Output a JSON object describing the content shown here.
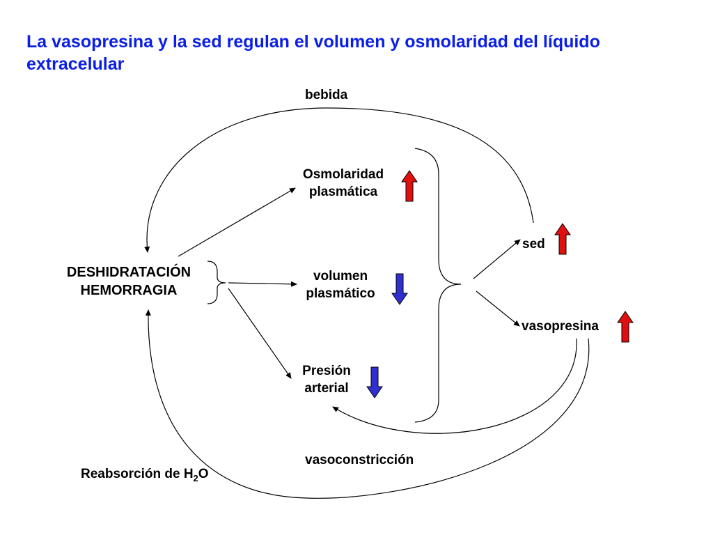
{
  "title": "La vasopresina y la sed regulan el volumen y osmolaridad del líquido extracelular",
  "colors": {
    "title": "#0a1ee6",
    "increase": "#e01010",
    "decrease": "#3030d0"
  },
  "nodes": {
    "cause": {
      "line1": "DESHIDRATACIÓN",
      "line2": "HEMORRAGIA"
    },
    "osmolarity": {
      "line1": "Osmolaridad",
      "line2": "plasmática",
      "direction": "up"
    },
    "volume": {
      "line1": "volumen",
      "line2": "plasmático",
      "direction": "down"
    },
    "pressure": {
      "line1": "Presión",
      "line2": "arterial",
      "direction": "down"
    },
    "thirst": {
      "label": "sed",
      "direction": "up"
    },
    "vasopressin": {
      "label": "vasopresina",
      "direction": "up"
    }
  },
  "edge_labels": {
    "drinking": "bebida",
    "vasoconstriction": "vasoconstricción",
    "reabsorption_prefix": "Reabsorción de H",
    "reabsorption_sub": "2",
    "reabsorption_suffix": "O"
  }
}
